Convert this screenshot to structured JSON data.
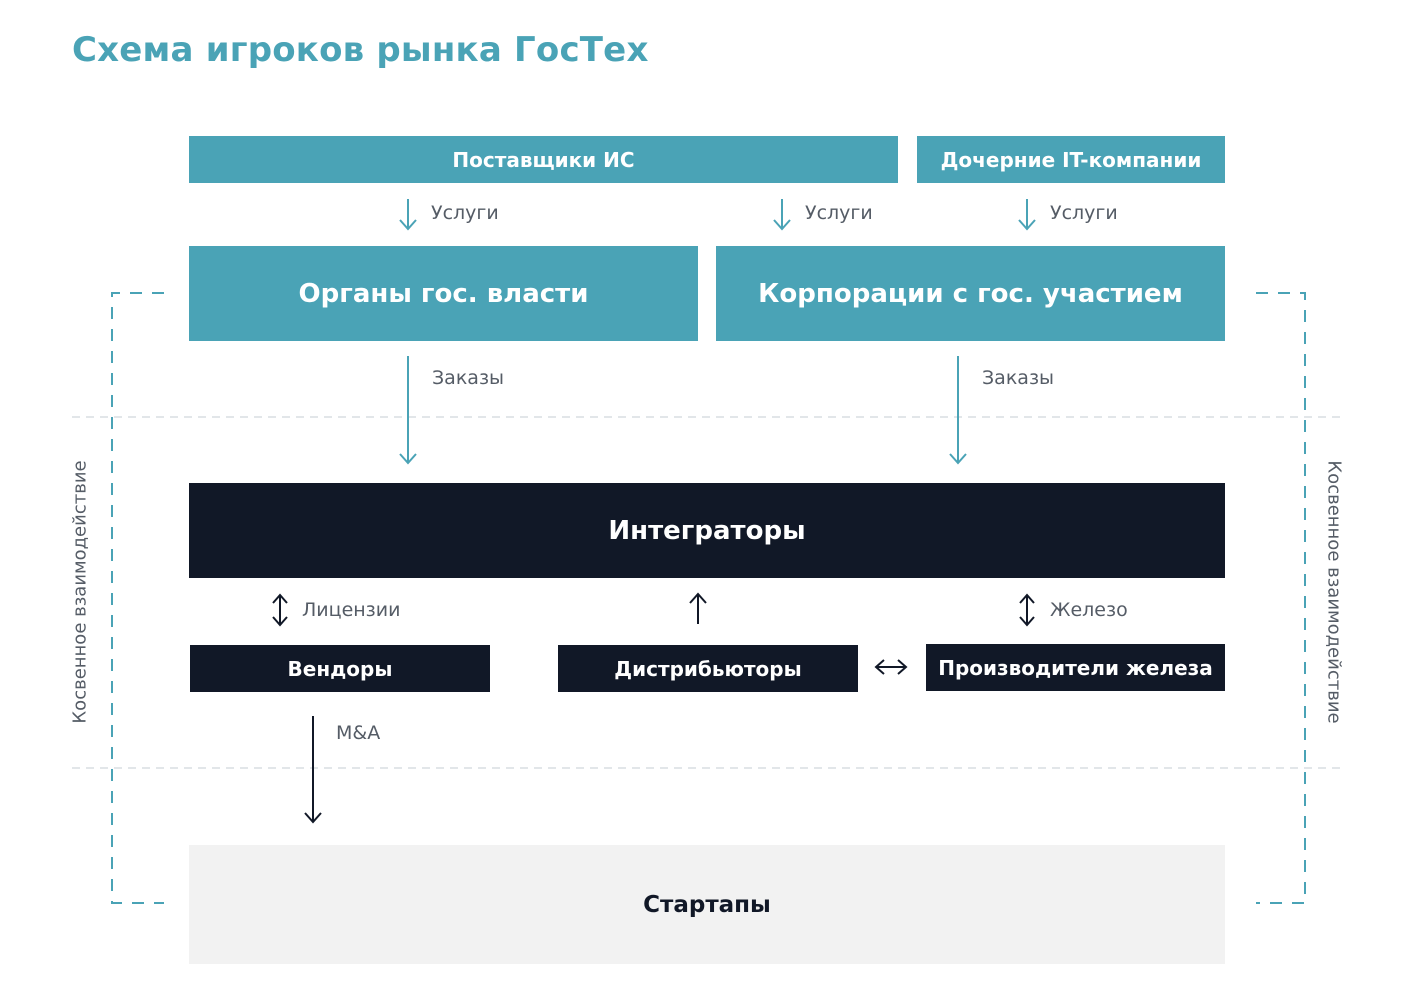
{
  "title": "Схема игроков рынка ГосТех",
  "colors": {
    "teal": "#4aa3b6",
    "dark": "#111827",
    "light": "#f2f2f2"
  },
  "nodes": {
    "suppliers": "Поставщики ИС",
    "subsidiaries": "Дочерние IT-компании",
    "government": "Органы гос. власти",
    "corporations": "Корпорации с гос. участием",
    "integrators": "Интеграторы",
    "vendors": "Вендоры",
    "distributors": "Дистрибьюторы",
    "hardware": "Производители железа",
    "startups": "Стартапы"
  },
  "edges": {
    "services_1": "Услуги",
    "services_2": "Услуги",
    "services_3": "Услуги",
    "orders_1": "Заказы",
    "orders_2": "Заказы",
    "licenses": "Лицензии",
    "hardware": "Железо",
    "ma": "M&A"
  },
  "side_labels": {
    "left": "Косвенное взаимодействие",
    "right": "Косвенное взаимодействие"
  }
}
